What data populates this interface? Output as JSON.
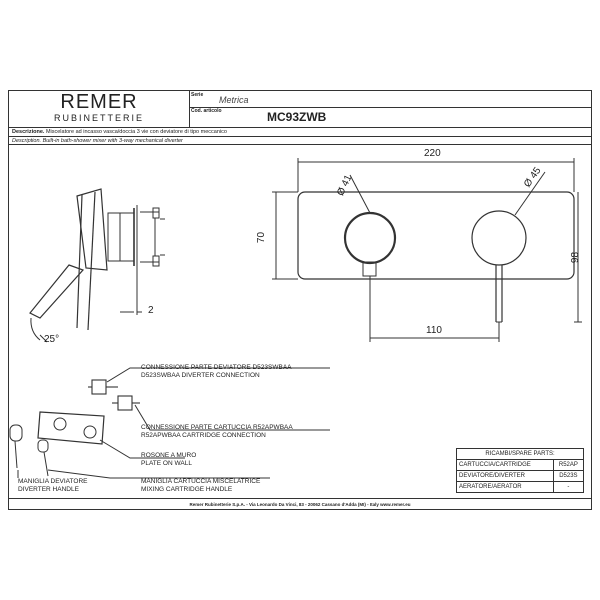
{
  "header": {
    "logo_main": "REMER",
    "logo_sub": "RUBINETTERIE",
    "series_label": "Serie",
    "series_value": "Metrica",
    "code_label": "Cod. articolo",
    "code_value": "MC93ZWB"
  },
  "description": {
    "it_label": "Descrizione.",
    "it_text": "Miscelatore ad incasso vasca/doccia 3 vie con deviatore di tipo meccanico",
    "en_label": "Description.",
    "en_text": "Built-in bath-shower mixer with 3-way mechanical diverter"
  },
  "dimensions": {
    "width_total": "220",
    "height_plate": "70",
    "height_total": "98",
    "diameter_left": "Ø 41",
    "diameter_right": "Ø 45",
    "center_distance": "110",
    "side_depth": "2",
    "angle": "25°"
  },
  "annotations": {
    "diverter_connection_it": "CONNESSIONE PARTE DEVIATORE D523SWBAA",
    "diverter_connection_en": "D523SWBAA DIVERTER CONNECTION",
    "cartridge_connection_it": "CONNESSIONE PARTE CARTUCCIA R52APWBAA",
    "cartridge_connection_en": "R52APWBAA CARTRIDGE CONNECTION",
    "plate_it": "ROSONE A MURO",
    "plate_en": "PLATE ON WALL",
    "diverter_handle_it": "MANIGLIA DEVIATORE",
    "diverter_handle_en": "DIVERTER HANDLE",
    "mixing_handle_it": "MANIGLIA CARTUCCIA MISCELATRICE",
    "mixing_handle_en": "MIXING CARTRIDGE HANDLE"
  },
  "spare_parts": {
    "title": "RICAMBI/SPARE PARTS:",
    "rows": [
      {
        "name": "CARTUCCIA/CARTRIDGE",
        "code": "R52AP"
      },
      {
        "name": "DEVIATORE/DIVERTER",
        "code": "D523S"
      },
      {
        "name": "AERATORE/AERATOR",
        "code": "-"
      }
    ]
  },
  "footer": {
    "text": "Remer Rubinetterie S.p.A. - Via Leonardo Da Vinci, 83 - 20062 Cassano d'Adda (MI) - Italy www.remer.eu"
  }
}
